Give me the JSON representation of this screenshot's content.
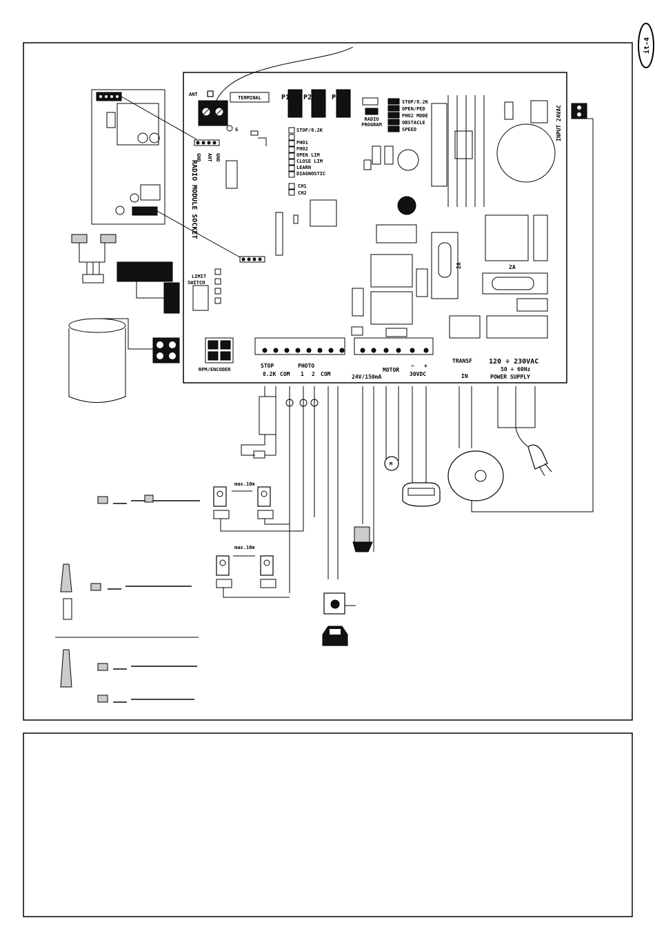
{
  "page_tag": "it-4",
  "board": {
    "ant": "ANT",
    "terminal": "TERMINAL",
    "buttons": [
      "P1",
      "P2",
      "P3"
    ],
    "g_label": "G",
    "socket_pins": [
      "GND",
      "ANT",
      "GND"
    ],
    "radio_module_socket": "RADIO MODULE SOCKET",
    "radio_program": [
      "RADIO",
      "PROGRAM"
    ],
    "dip_right": [
      "STOP/8.2K",
      "OPEN/PED",
      "PHO2 MODE",
      "OBSTACLE",
      "SPEED"
    ],
    "leds": [
      "STOP/8.2K",
      "PHO1",
      "PHO2",
      "OPEN LIM",
      "CLOSE LIM",
      "LEARN",
      "DIAGNOSTIC"
    ],
    "channels": [
      "CH1",
      "CH2"
    ],
    "limit_switch": [
      "LIMIT",
      "SWITCH"
    ],
    "rpm_encoder": "RPM/ENCODER",
    "input_24vac": "INPUT 24VAC",
    "fuse_1": "2A",
    "fuse_2": "2A"
  },
  "terminals": {
    "stop": "STOP",
    "stop_sub": "8.2K",
    "com1": "COM",
    "photo": "PHOTO",
    "photo_1": "1",
    "photo_2": "2",
    "com2": "COM",
    "lamp": "24V/150mA",
    "motor": "MOTOR",
    "motor_v": "30VDC",
    "minus": "−",
    "plus": "+",
    "transf": "TRANSF",
    "transf_in": "IN",
    "power_v": "120 ÷ 230VAC",
    "power_hz": "50 ÷ 60Hz",
    "power_supply": "POWER SUPPLY"
  },
  "photocells": {
    "distance_1": "max.10m",
    "distance_2": "max.10m"
  },
  "icons": [
    "radio-module",
    "bulb",
    "jumper",
    "battery",
    "photocell",
    "motor",
    "flashing-lamp",
    "key-selector",
    "car",
    "transformer",
    "mains-plug",
    "display-unit"
  ]
}
